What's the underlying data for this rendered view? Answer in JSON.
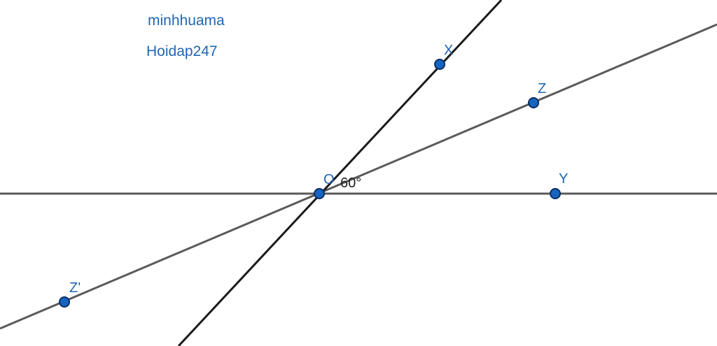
{
  "texts": {
    "author": "minhhuama",
    "site": "Hoidap247"
  },
  "points": {
    "O": "O",
    "X": "X",
    "Y": "Y",
    "Z": "Z",
    "Zp": "Z'"
  },
  "angle_label": "60°",
  "colors": {
    "point_fill": "#1565c0",
    "point_stroke": "#0b2e63",
    "label": "#1f66b5",
    "line_dark": "#1a1a1a",
    "line_gray": "#5a5a5a"
  }
}
